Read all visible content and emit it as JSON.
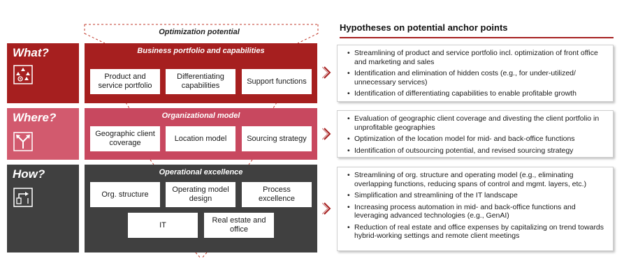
{
  "optimization_label": "Optimization potential",
  "colors": {
    "dark_red": "#a61f1f",
    "mid_red": "#c8485f",
    "dark_gray": "#404040",
    "what_side": "#a61f1f",
    "where_side": "#d25a6e",
    "how_side": "#404040"
  },
  "rows": [
    {
      "side_label": "What?",
      "icon": "shapes-icon",
      "main_title": "Business portfolio and capabilities",
      "items": [
        "Product and service portfolio",
        "Differentiating capabilities",
        "Support functions"
      ]
    },
    {
      "side_label": "Where?",
      "icon": "split-arrows-icon",
      "main_title": "Organizational model",
      "items": [
        "Geographic client coverage",
        "Location model",
        "Sourcing strategy"
      ]
    },
    {
      "side_label": "How?",
      "icon": "process-flow-icon",
      "main_title": "Operational excellence",
      "items": [
        "Org. structure",
        "Operating model design",
        "Process excellence",
        "IT",
        "Real estate and office"
      ]
    }
  ],
  "hypotheses": {
    "title": "Hypotheses on potential anchor points",
    "groups": [
      [
        "Streamlining of product and service portfolio incl. optimization of front office and marketing and sales",
        "Identification and elimination of hidden costs (e.g., for under-utilized/ unnecessary services)",
        "Identification of differentiating capabilities to enable profitable growth"
      ],
      [
        "Evaluation of geographic client coverage and divesting the client portfolio in unprofitable geographies",
        "Optimization of the location model for mid- and back-office functions",
        "Identification of outsourcing potential, and revised sourcing strategy"
      ],
      [
        "Streamlining of org. structure and operating model (e.g., eliminating overlapping functions, reducing spans of control and mgmt. layers, etc.)",
        "Simplification and streamlining of the IT landscape",
        "Increasing process automation in mid- and back-office functions and leveraging advanced technologies (e.g., GenAI)",
        "Reduction of real estate and office expenses by capitalizing on trend towards hybrid-working settings and remote client meetings"
      ]
    ]
  }
}
